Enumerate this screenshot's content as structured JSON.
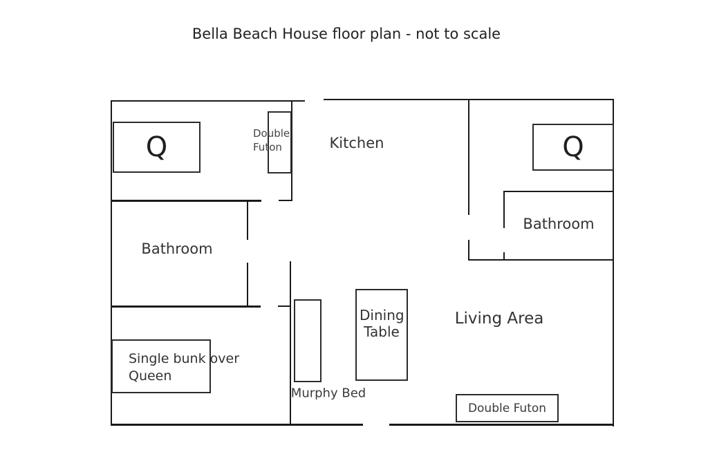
{
  "title": "Bella Beach House floor plan - not to scale",
  "colors": {
    "wall": "#1a1a1a",
    "furniture_outline": "#2b2b2b",
    "text": "#3a3a3a",
    "background": "#ffffff"
  },
  "rooms": {
    "kitchen": {
      "label": "Kitchen"
    },
    "bathroom_left": {
      "label": "Bathroom"
    },
    "bathroom_right": {
      "label": "Bathroom"
    },
    "living_area": {
      "label": "Living Area"
    }
  },
  "furniture": {
    "queen_bed_left": {
      "label": "Q"
    },
    "double_futon_top": {
      "label": "Double Futon"
    },
    "queen_bed_right": {
      "label": "Q"
    },
    "bunk_bed": {
      "label": "Single bunk over Queen"
    },
    "murphy_bed": {
      "label": "Murphy Bed"
    },
    "dining_table": {
      "label": "Dining Table"
    },
    "double_futon_bottom": {
      "label": "Double Futon"
    }
  }
}
